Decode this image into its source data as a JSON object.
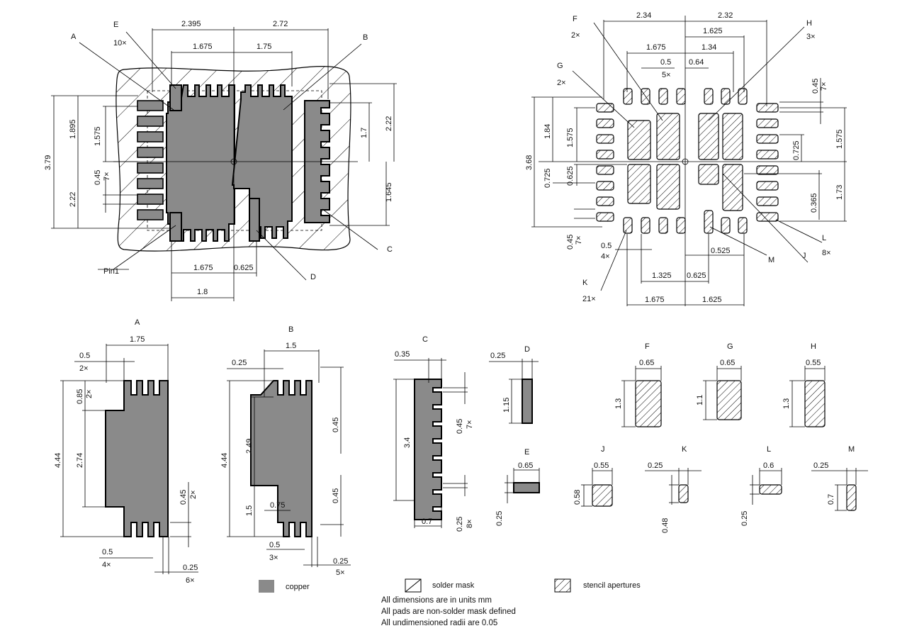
{
  "labels": {
    "top_left": {
      "A": "A",
      "B": "B",
      "C": "C",
      "D": "D",
      "E": "E",
      "E_mult": "10×",
      "Pin1": "Pin1",
      "d_2395": "2.395",
      "d_272": "2.72",
      "d_1675": "1.675",
      "d_175": "1.75",
      "d_1895": "1.895",
      "d_1575": "1.575",
      "d_379": "3.79",
      "d_045": "0.45",
      "d_7x": "7×",
      "d_222": "2.22",
      "d_17": "1.7",
      "d_222r": "2.22",
      "d_1645": "1.645",
      "d_1675b": "1.675",
      "d_0625": "0.625",
      "d_18": "1.8"
    },
    "top_right": {
      "F": "F",
      "F_mult": "2×",
      "G": "G",
      "G_mult": "2×",
      "H": "H",
      "H_mult": "3×",
      "K": "K",
      "K_mult": "21×",
      "L": "L",
      "L_mult": "8×",
      "J": "J",
      "M": "M",
      "d_234": "2.34",
      "d_232": "2.32",
      "d_1625": "1.625",
      "d_1675": "1.675",
      "d_134": "1.34",
      "d_05": "0.5",
      "d_5x": "5×",
      "d_064": "0.64",
      "d_045": "0.45",
      "d_7x": "7×",
      "d_1575r": "1.575",
      "d_0725r": "0.725",
      "d_0365": "0.365",
      "d_173": "1.73",
      "d_368": "3.68",
      "d_184": "1.84",
      "d_1575": "1.575",
      "d_0725": "0.725",
      "d_0625": "0.625",
      "d_045b": "0.45",
      "d_7xb": "7×",
      "d_05b": "0.5",
      "d_4x": "4×",
      "d_0525": "0.525",
      "d_1325": "1.325",
      "d_0625b": "0.625",
      "d_1675b": "1.675",
      "d_1625b": "1.625"
    },
    "detail": {
      "A": "A",
      "A_175": "1.75",
      "A_05": "0.5",
      "A_2x": "2×",
      "A_085": "0.85",
      "A_2xv": "2×",
      "A_444": "4.44",
      "A_274": "2.74",
      "A_045": "0.45",
      "A_2xr": "2×",
      "A_05b": "0.5",
      "A_4x": "4×",
      "A_025": "0.25",
      "A_6x": "6×",
      "B": "B",
      "B_15": "1.5",
      "B_025": "0.25",
      "B_444": "4.44",
      "B_249": "2.49",
      "B_045": "0.45",
      "B_15v": "1.5",
      "B_075": "0.75",
      "B_045b": "0.45",
      "B_05": "0.5",
      "B_3x": "3×",
      "B_025b": "0.25",
      "B_5x": "5×",
      "C": "C",
      "C_035": "0.35",
      "C_34": "3.4",
      "C_045": "0.45",
      "C_7x": "7×",
      "C_07": "0.7",
      "C_025": "0.25",
      "C_8x": "8×",
      "D": "D",
      "D_025": "0.25",
      "D_115": "1.15",
      "E": "E",
      "E_065": "0.65",
      "E_025": "0.25",
      "F": "F",
      "F_065": "0.65",
      "F_13": "1.3",
      "G": "G",
      "G_065": "0.65",
      "G_11": "1.1",
      "H": "H",
      "H_055": "0.55",
      "H_13": "1.3",
      "J": "J",
      "J_055": "0.55",
      "J_058": "0.58",
      "K": "K",
      "K_025": "0.25",
      "K_048": "0.48",
      "L": "L",
      "L_06": "0.6",
      "L_025": "0.25",
      "M": "M",
      "M_025": "0.25",
      "M_07": "0.7"
    }
  },
  "legend": {
    "copper": "copper",
    "solder_mask": "solder mask",
    "stencil": "stencil apertures"
  },
  "notes": [
    "All dimensions are in units mm",
    "All pads are non-solder mask defined",
    "All undimensioned radii are 0.05"
  ],
  "colors": {
    "copper": "#8a8a8a",
    "line": "#000000",
    "background": "#ffffff"
  }
}
